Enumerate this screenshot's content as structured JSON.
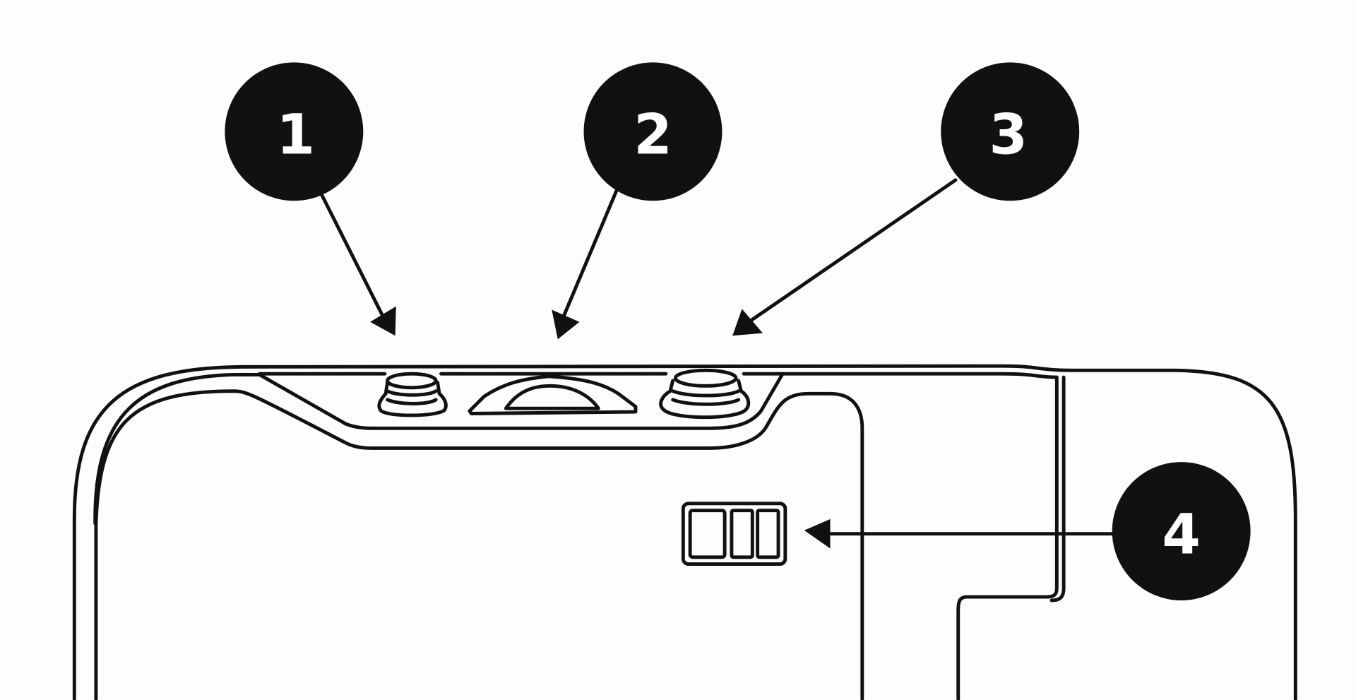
{
  "diagram": {
    "callouts": [
      {
        "label": "1"
      },
      {
        "label": "2"
      },
      {
        "label": "3"
      },
      {
        "label": "4"
      }
    ],
    "colors": {
      "ink": "#111111",
      "background": "#fdfdfd"
    }
  }
}
